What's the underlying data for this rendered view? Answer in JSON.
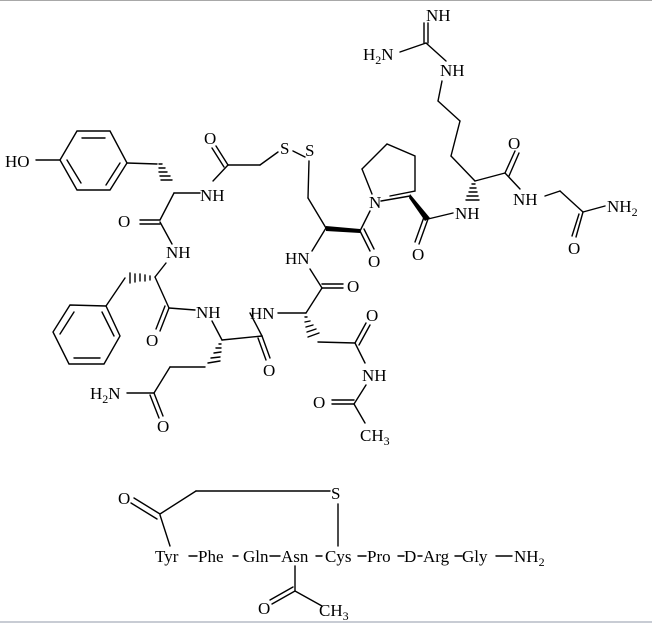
{
  "figure": {
    "description": "Skeletal structure of a cyclic peptide with disulfide bridge and condensed sequence notation",
    "structure": {
      "labels": {
        "guanidine_imine": "NH",
        "guanidine_amine": "H2N",
        "guanidine_nh": "NH",
        "phenol_oh": "HO",
        "tyr_amide_nh": "NH",
        "tyr_co": "O",
        "acyl_co": "O",
        "s1": "S",
        "s2": "S",
        "phe_nh": "NH",
        "phe_co": "O",
        "gln_nh": "NH",
        "gln_co": "O",
        "gln_side_nh2": "H2N",
        "gln_side_o": "O",
        "asn_nh": "HN",
        "asn_co": "O",
        "asn_side_o": "O",
        "asn_side_nh": "NH",
        "acetyl_o": "O",
        "acetyl_ch3": "CH3",
        "cys_nh": "HN",
        "cys_co": "O",
        "pro_n": "N",
        "pro_co": "O",
        "arg_nh": "NH",
        "arg_co": "O",
        "gly_nh": "NH",
        "gly_nh2": "NH2",
        "gly_o": "O"
      }
    },
    "sequence": {
      "residues": [
        "Tyr",
        "Phe",
        "Gln",
        "Asn",
        "Cys",
        "Pro",
        "D-Arg",
        "Gly"
      ],
      "c_terminus": "NH2",
      "bridge_o": "O",
      "bridge_s": "S",
      "asn_mod_o": "O",
      "asn_mod_ch3": "CH3",
      "text": {
        "tyr": "Tyr",
        "phe": "Phe",
        "gln": "Gln",
        "asn": "Asn",
        "cys": "Cys",
        "pro": "Pro",
        "d": "D",
        "arg": "Arg",
        "gly": "Gly",
        "nh2": "NH"
      }
    }
  }
}
